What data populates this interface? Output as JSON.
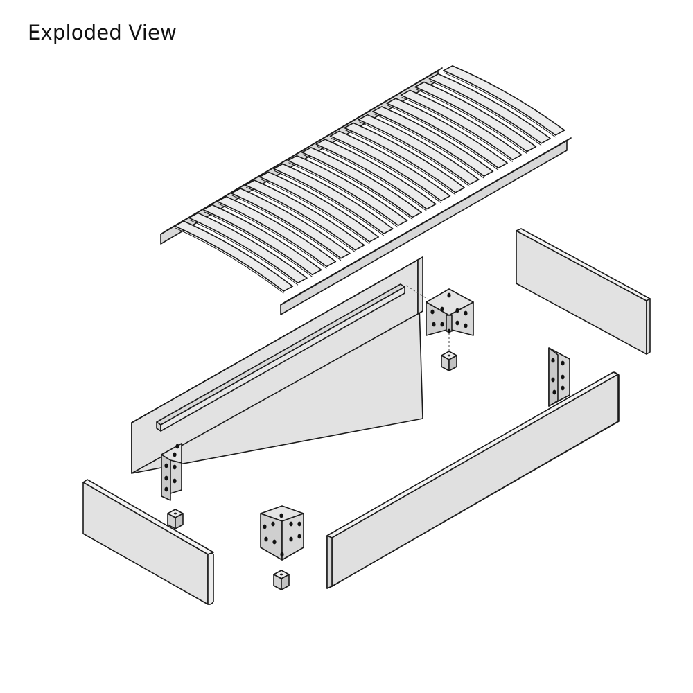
{
  "title": "Exploded View",
  "colors": {
    "outline": "#1a1a1a",
    "panel_face": "#e2e2e2",
    "panel_edge": "#f3f3f3",
    "slat_top": "#ececec",
    "bracket": "#d4d4d4",
    "hole": "#111111"
  },
  "parts": [
    {
      "id": "slatted-base",
      "slat_count": 20
    },
    {
      "id": "side-rail-left-with-ledger"
    },
    {
      "id": "side-rail-right"
    },
    {
      "id": "headboard-panel"
    },
    {
      "id": "footboard-panel"
    },
    {
      "id": "corner-bracket",
      "count": 4
    },
    {
      "id": "leg-block",
      "count": 3
    }
  ]
}
